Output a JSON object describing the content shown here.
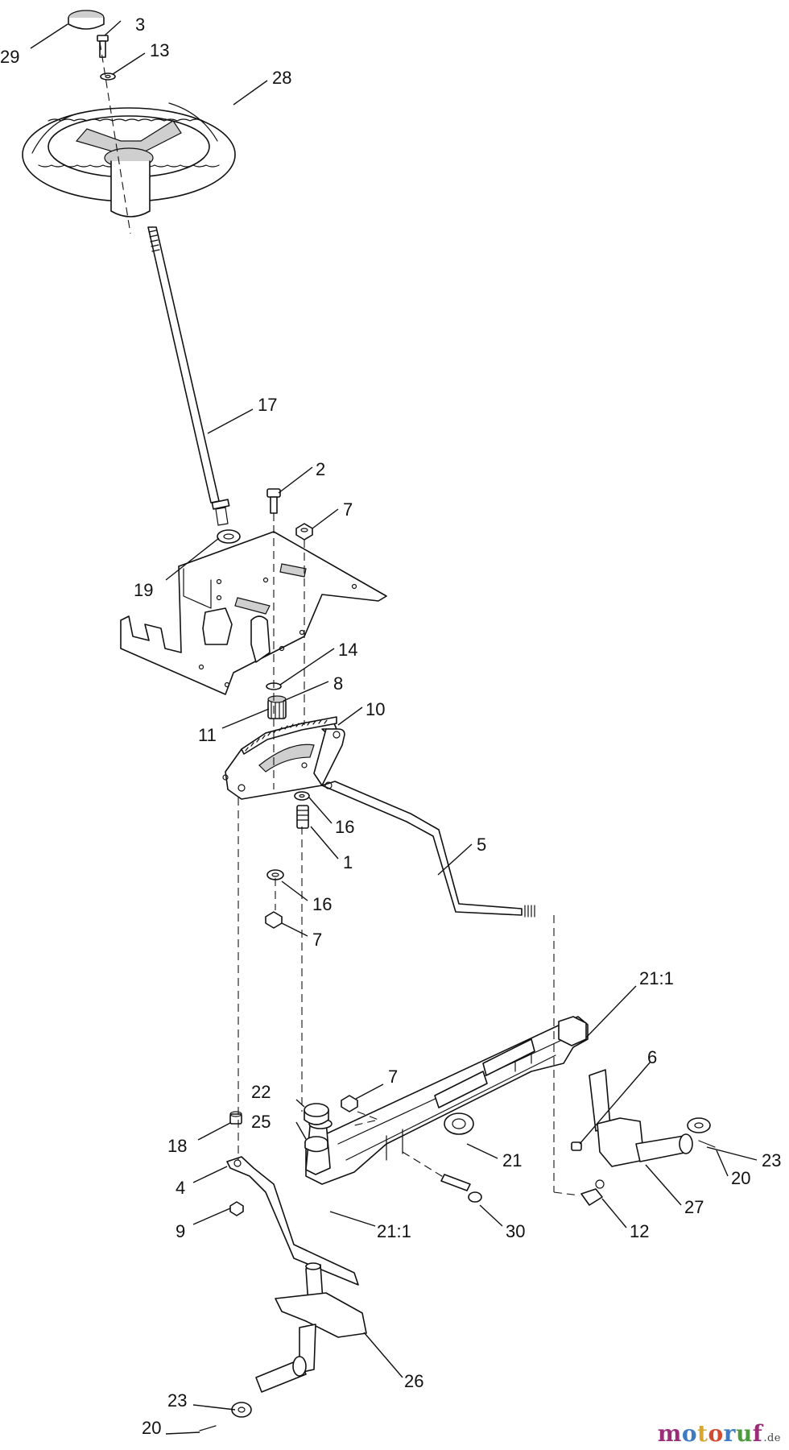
{
  "callouts": {
    "n29": "29",
    "n3": "3",
    "n13": "13",
    "n28": "28",
    "n17": "17",
    "n2": "2",
    "n7a": "7",
    "n19": "19",
    "n14": "14",
    "n8": "8",
    "n11": "11",
    "n10": "10",
    "n16a": "16",
    "n1": "1",
    "n5": "5",
    "n16b": "16",
    "n7b": "7",
    "n21_1a": "21:1",
    "n6": "6",
    "n7c": "7",
    "n22": "22",
    "n25": "25",
    "n18": "18",
    "n21": "21",
    "n23a": "23",
    "n20a": "20",
    "n4": "4",
    "n27": "27",
    "n9": "9",
    "n21_1b": "21:1",
    "n30": "30",
    "n12": "12",
    "n26": "26",
    "n23b": "23",
    "n20b": "20"
  },
  "watermark": {
    "letters": [
      {
        "char": "m",
        "color": "#9b2c78"
      },
      {
        "char": "o",
        "color": "#3f7bc1"
      },
      {
        "char": "t",
        "color": "#d9a62e"
      },
      {
        "char": "o",
        "color": "#d34b2f"
      },
      {
        "char": "r",
        "color": "#3f7bc1"
      },
      {
        "char": "u",
        "color": "#4f9a3f"
      },
      {
        "char": "f",
        "color": "#9b2c78"
      }
    ],
    "tld": ".de"
  }
}
